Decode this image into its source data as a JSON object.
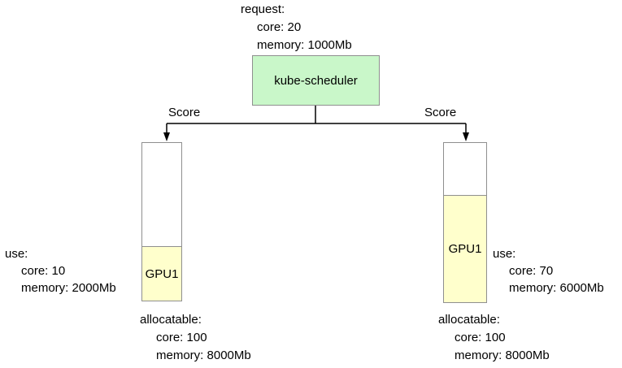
{
  "scheduler": {
    "label": "kube-scheduler",
    "request": {
      "title": "request:",
      "core": "core: 20",
      "memory": "memory: 1000Mb"
    }
  },
  "edges": {
    "left_label": "Score",
    "right_label": "Score"
  },
  "nodes": [
    {
      "gpu_label": "GPU1",
      "use": {
        "title": "use:",
        "core": "core: 10",
        "memory": "memory: 2000Mb"
      },
      "allocatable": {
        "title": "allocatable:",
        "core": "core: 100",
        "memory": "memory: 8000Mb"
      }
    },
    {
      "gpu_label": "GPU1",
      "use": {
        "title": "use:",
        "core": "core: 70",
        "memory": "memory: 6000Mb"
      },
      "allocatable": {
        "title": "allocatable:",
        "core": "core: 100",
        "memory": "memory: 8000Mb"
      }
    }
  ],
  "colors": {
    "scheduler_fill": "#c9f7c9",
    "gpu_fill": "#ffffcc",
    "box_border": "#8f8f8f",
    "connector_line": "#000000"
  }
}
